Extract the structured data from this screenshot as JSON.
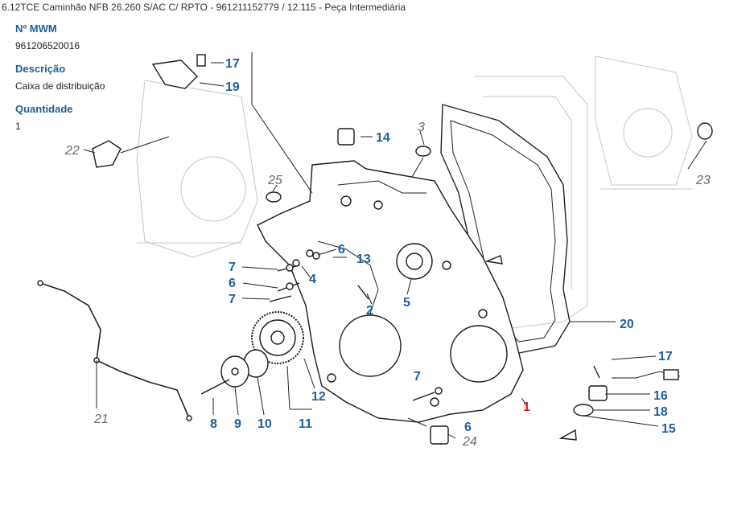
{
  "header": {
    "breadcrumb": "6.12TCE Caminhão NFB 26.260 S/AC C/ RPTO - 961211152779  /  12.115 - Peça Intermediária"
  },
  "details": {
    "mwm_label": "Nº MWM",
    "mwm_value": "961206520016",
    "description_label": "Descrição",
    "description_value": "Caixa de distribuição",
    "quantity_label": "Quantidade",
    "quantity_value": "1"
  },
  "diagram": {
    "callouts": {
      "c1": "1",
      "c2": "2",
      "c3": "3",
      "c4": "4",
      "c5": "5",
      "c6a": "6",
      "c6b": "6",
      "c6c": "6",
      "c7a": "7",
      "c7b": "7",
      "c7c": "7",
      "c8": "8",
      "c9": "9",
      "c10": "10",
      "c11": "11",
      "c12": "12",
      "c13": "13",
      "c14": "14",
      "c15": "15",
      "c16": "16",
      "c17a": "17",
      "c17b": "17",
      "c18": "18",
      "c19": "19",
      "c20": "20",
      "c21": "21",
      "c22": "22",
      "c23": "23",
      "c24": "24",
      "c25": "25"
    }
  }
}
